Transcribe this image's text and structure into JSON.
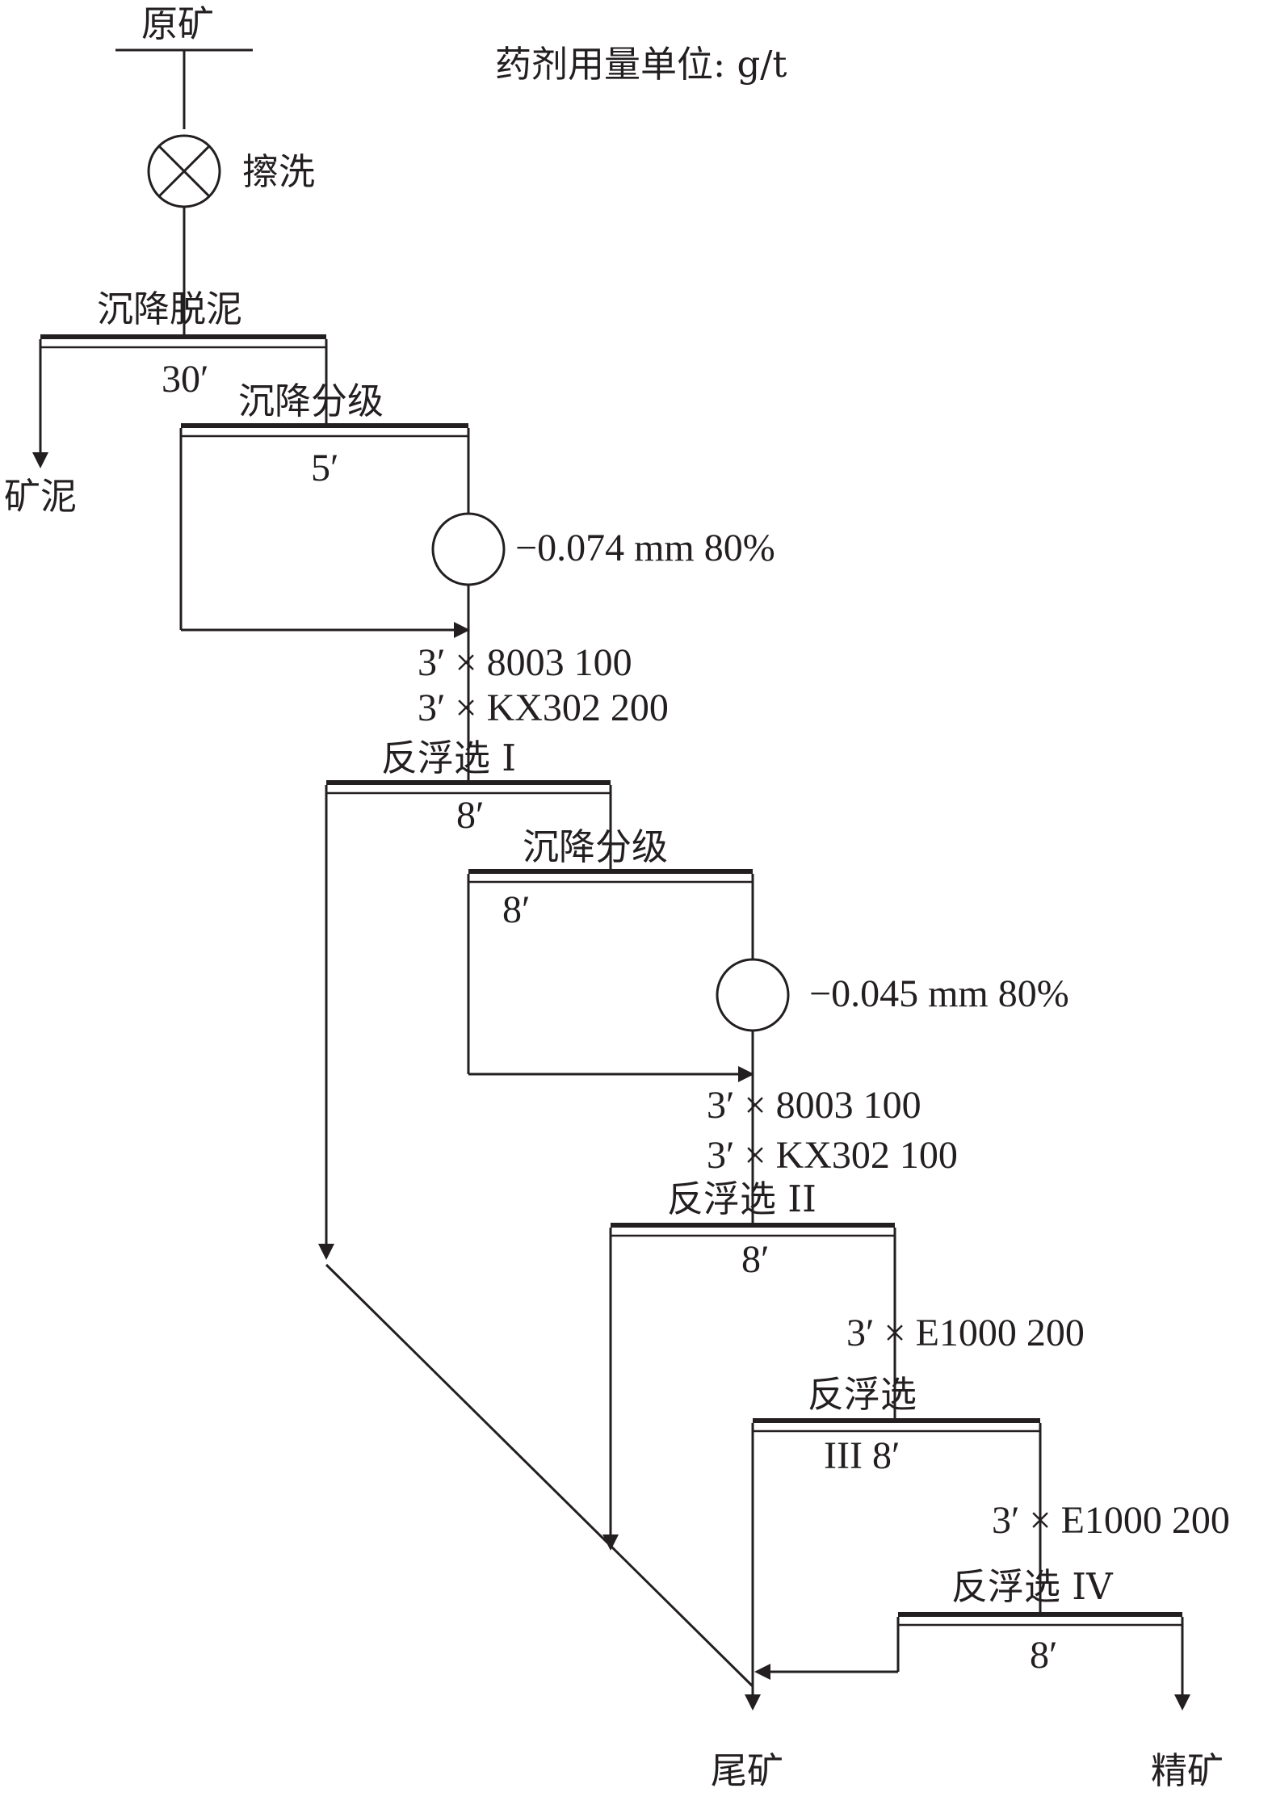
{
  "title_note": "药剂用量单位: g/t",
  "feed": "原矿",
  "scrub": "擦洗",
  "desliming": {
    "label": "沉降脱泥",
    "time": "30′",
    "slime": "矿泥"
  },
  "classify1": {
    "label": "沉降分级",
    "time": "5′",
    "grind": "−0.074 mm 80%"
  },
  "reagents1": [
    "3′ × 8003 100",
    "3′ × KX302 200"
  ],
  "flot1": {
    "label": "反浮选 I",
    "time": "8′"
  },
  "classify2": {
    "label": "沉降分级",
    "time": "8′",
    "grind": "−0.045 mm 80%"
  },
  "reagents2": [
    "3′ × 8003  100",
    "3′ × KX302  100"
  ],
  "flot2": {
    "label": "反浮选 II",
    "time": "8′"
  },
  "reagents3": "3′ × E1000  200",
  "flot3": {
    "label": "反浮选",
    "time": "III  8′"
  },
  "reagents4": "3′ × E1000  200",
  "flot4": {
    "label": "反浮选 IV",
    "time": "8′"
  },
  "tailings": "尾矿",
  "concentrate": "精矿"
}
